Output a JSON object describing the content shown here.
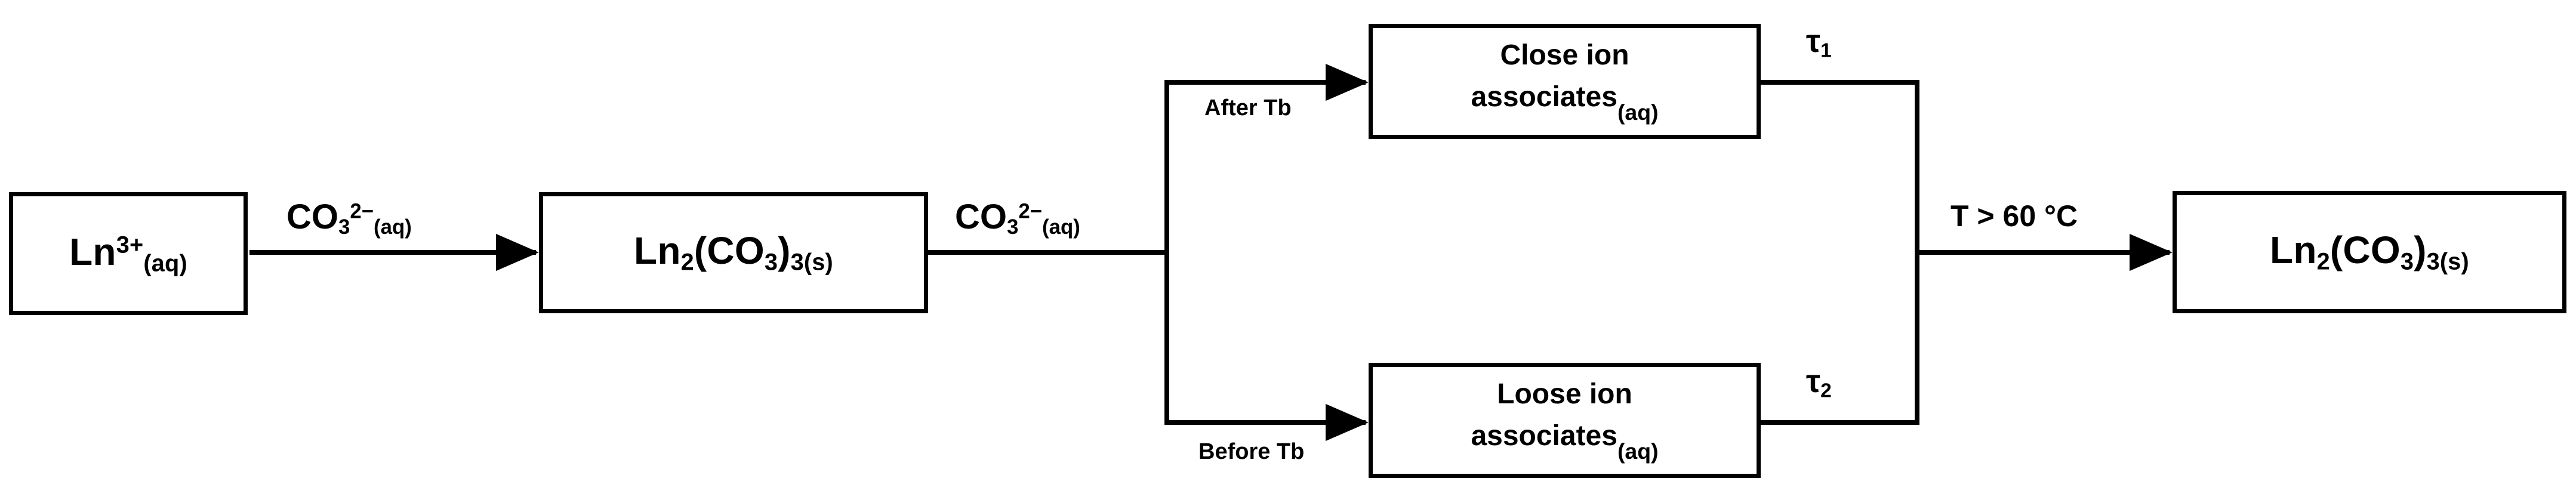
{
  "diagram": {
    "title": "Lanthanide carbonate precipitation pathway scheme",
    "stroke_color": "#000000",
    "background_color": "#ffffff"
  },
  "nodes": {
    "reactant": {
      "name": "Ln3+ aqueous ion",
      "base": "Ln",
      "charge": "3+",
      "phase": "(aq)",
      "plain": "Ln3+(aq)"
    },
    "intermediate_carbonate": {
      "name": "Lanthanide carbonate solid",
      "base1": "Ln",
      "sub1": "2",
      "group": "(CO",
      "sub2": "3",
      "close": ")",
      "sub3": "3",
      "phase": "(s)",
      "plain": "Ln2(CO3)3(s)"
    },
    "close_associates": {
      "line1": "Close ion",
      "line2": "associates",
      "phase": "(aq)",
      "plain": "Close ion associates (aq)"
    },
    "loose_associates": {
      "line1": "Loose ion",
      "line2": "associates",
      "phase": "(aq)",
      "plain": "Loose ion associates (aq)"
    },
    "product_carbonate": {
      "name": "Lanthanide carbonate solid product",
      "base1": "Ln",
      "sub1": "2",
      "group": "(CO",
      "sub2": "3",
      "close": ")",
      "sub3": "3",
      "phase": "(s)",
      "plain": "Ln2(CO3)3(s)"
    }
  },
  "edge_labels": {
    "carbonate_1": {
      "base": "CO",
      "sub": "3",
      "sup": "2−",
      "phase": "(aq)",
      "plain": "CO3 2- (aq)"
    },
    "carbonate_2": {
      "base": "CO",
      "sub": "3",
      "sup": "2−",
      "phase": "(aq)",
      "plain": "CO3 2- (aq)"
    },
    "after_tb": "After Tb",
    "before_tb": "Before Tb",
    "tau_1": {
      "symbol": "τ",
      "sub": "1",
      "plain": "τ1"
    },
    "tau_2": {
      "symbol": "τ",
      "sub": "2",
      "plain": "τ2"
    },
    "temperature": "T > 60 °C"
  }
}
